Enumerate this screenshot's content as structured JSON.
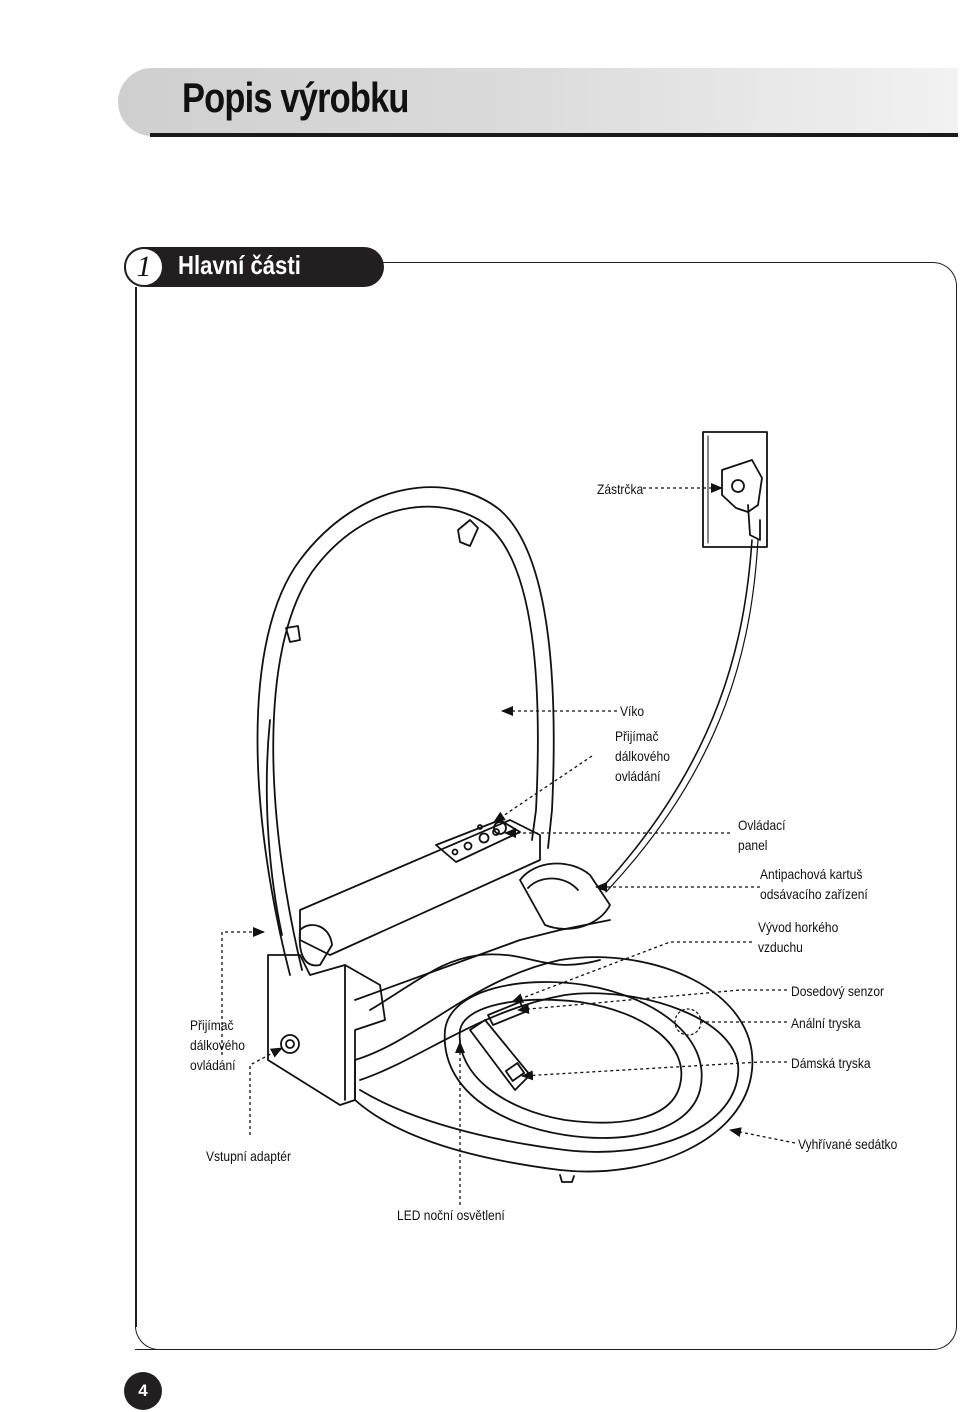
{
  "page_title": "Popis výrobku",
  "section": {
    "number": "1",
    "title": "Hlavní části"
  },
  "labels": {
    "plug": "Zástrčka",
    "lid": "Víko",
    "remote_receiver_top": "Přijímač dálkového ovládání",
    "control_panel": "Ovládací panel",
    "deodorizer_cartridge": "Antipachová kartuš odsávacího zařízení",
    "hot_air_outlet": "Vývod horkého vzduchu",
    "seat_sensor": "Dosedový senzor",
    "anal_nozzle": "Anální tryska",
    "lady_nozzle": "Dámská tryska",
    "remote_receiver_left": "Přijímač dálkového ovládání",
    "input_adapter": "Vstupní adaptér",
    "heated_seat": "Vyhřívané sedátko",
    "led_night_light": "LED noční osvětlení"
  },
  "page_number": "4"
}
